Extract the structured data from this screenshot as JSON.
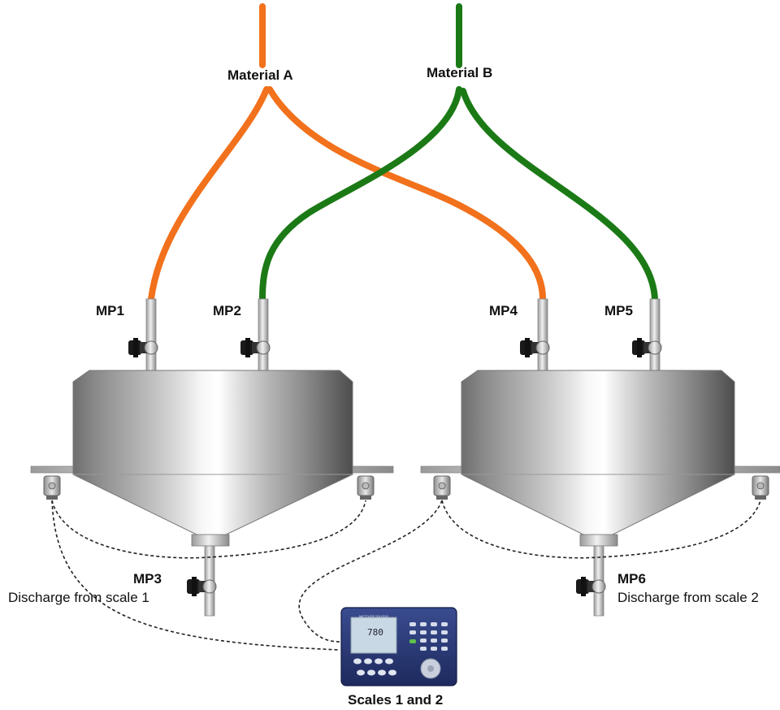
{
  "materials": {
    "a": "Material A",
    "b": "Material B"
  },
  "points": {
    "mp1": "MP1",
    "mp2": "MP2",
    "mp3": "MP3",
    "mp4": "MP4",
    "mp5": "MP5",
    "mp6": "MP6"
  },
  "discharge": {
    "scale1": "Discharge from scale 1",
    "scale2": "Discharge from scale 2"
  },
  "terminal": {
    "caption": "Scales 1 and 2",
    "display_value": "780",
    "brand": "METTLER TOLEDO"
  },
  "colors": {
    "material_a": "#f2711c",
    "material_b": "#1b7a16",
    "pipe": "#c9c9c9",
    "terminal_body": "#2a3a78",
    "display": "#c8d8e4"
  }
}
